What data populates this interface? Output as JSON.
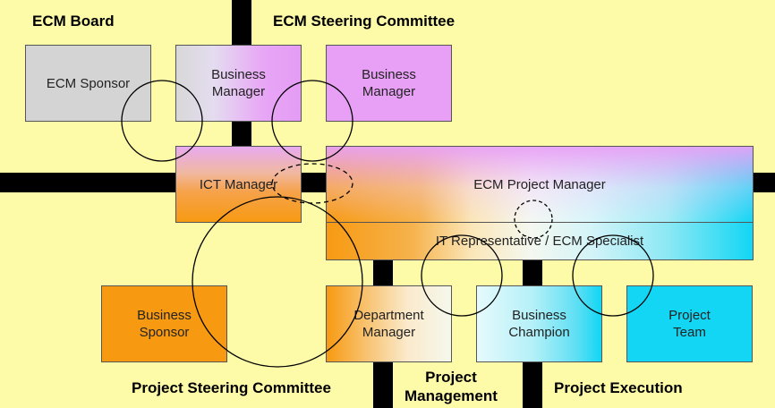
{
  "labels": {
    "ecm_board": "ECM Board",
    "ecm_steering": "ECM Steering Committee",
    "project_steering": "Project Steering Committee",
    "project_management": "Project\nManagement",
    "project_execution": "Project Execution"
  },
  "boxes": {
    "ecm_sponsor": "ECM Sponsor",
    "business_manager_1": "Business\nManager",
    "business_manager_2": "Business\nManager",
    "ict_manager": "ICT Manager",
    "ecm_project_manager": "ECM Project Manager",
    "it_rep": "IT Representative / ECM Specialist",
    "business_sponsor": "Business\nSponsor",
    "department_manager": "Department\nManager",
    "business_champion": "Business\nChampion",
    "project_team": "Project\nTeam"
  },
  "colors": {
    "background": "#fdfaa8",
    "gray": "#d4d4d4",
    "violet": "#e8a0f6",
    "orange": "#f79a12",
    "cyan": "#12d6f4"
  }
}
